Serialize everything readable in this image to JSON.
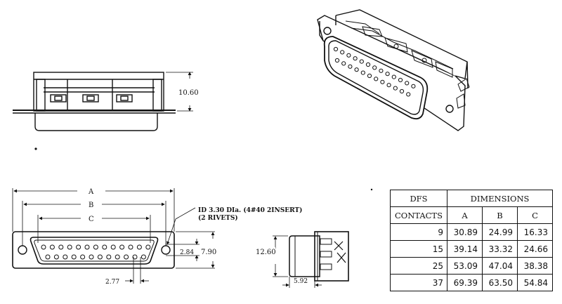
{
  "dims": {
    "side_height": "10.60",
    "dim_a": "A",
    "dim_b": "B",
    "dim_c": "C",
    "dim_284": "2.84",
    "dim_790": "7.90",
    "dim_277": "2.77",
    "dim_1260": "12.60",
    "dim_592": "5.92"
  },
  "notes": {
    "hole_line1": "ID 3.30 DIa. (4#40 2INSERT)",
    "hole_line2": "(2 RIVETS)"
  },
  "table": {
    "header_contacts_1": "DFS",
    "header_contacts_2": "CONTACTS",
    "header_dimensions": "DIMENSIONS",
    "col_a": "A",
    "col_b": "B",
    "col_c": "C",
    "rows": [
      {
        "contacts": "9",
        "a": "30.89",
        "b": "24.99",
        "c": "16.33"
      },
      {
        "contacts": "15",
        "a": "39.14",
        "b": "33.32",
        "c": "24.66"
      },
      {
        "contacts": "25",
        "a": "53.09",
        "b": "47.04",
        "c": "38.38"
      },
      {
        "contacts": "37",
        "a": "69.39",
        "b": "63.50",
        "c": "54.84"
      }
    ]
  }
}
